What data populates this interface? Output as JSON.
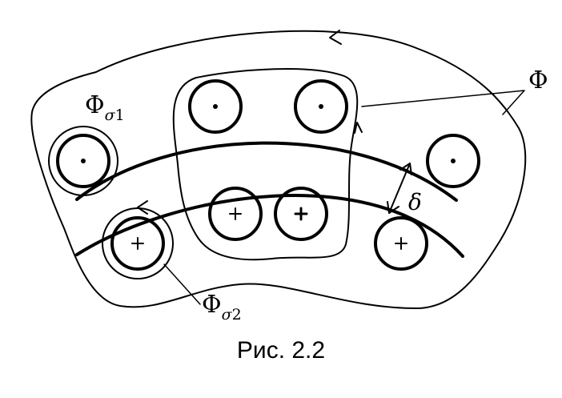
{
  "labels": {
    "phi_main": "Φ",
    "phi_sigma1_symbol": "Φ",
    "phi_sigma1_sub": "σ",
    "phi_sigma1_num": "1",
    "phi_sigma2_symbol": "Φ",
    "phi_sigma2_sub": "σ",
    "phi_sigma2_num": "2",
    "gap": "δ"
  },
  "caption": "Рис. 2.2",
  "conductors": {
    "dot": [
      "stator-slot-1",
      "stator-slot-2",
      "stator-slot-3",
      "stator-slot-4"
    ],
    "plus": [
      "rotor-slot-1",
      "rotor-slot-2",
      "rotor-slot-3",
      "rotor-slot-4"
    ]
  }
}
